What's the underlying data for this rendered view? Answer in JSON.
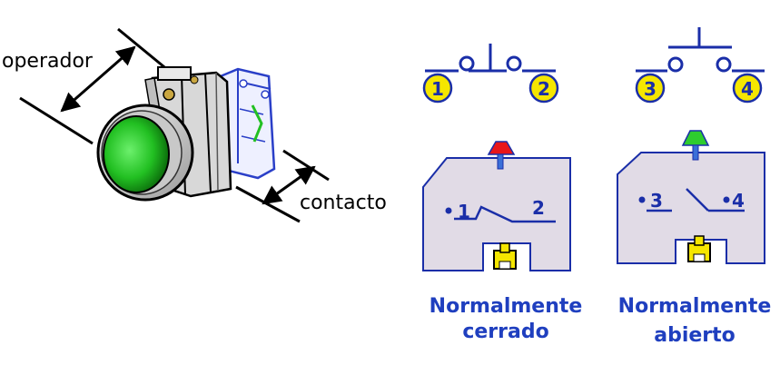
{
  "labels": {
    "operator": "operador",
    "contact": "contacto"
  },
  "symbols": {
    "nc": {
      "left_terminal": "1",
      "right_terminal": "2"
    },
    "no": {
      "left_terminal": "3",
      "right_terminal": "4"
    }
  },
  "blocks": {
    "nc": {
      "left_terminal": "1",
      "right_terminal": "2",
      "cap_color": "#e8161a"
    },
    "no": {
      "left_terminal": "3",
      "right_terminal": "4",
      "cap_color": "#2ecc2e"
    }
  },
  "captions": {
    "nc": {
      "line1": "Normalmente",
      "line2": "cerrado"
    },
    "no": {
      "line1": "Normalmente",
      "line2": "abierto"
    }
  },
  "colors": {
    "symbol_blue": "#1a2ea8",
    "terminal_yellow": "#f5e600",
    "block_fill": "#e1dbe6",
    "caption_blue": "#1f3fbf",
    "button_green": "#2ec62e"
  }
}
